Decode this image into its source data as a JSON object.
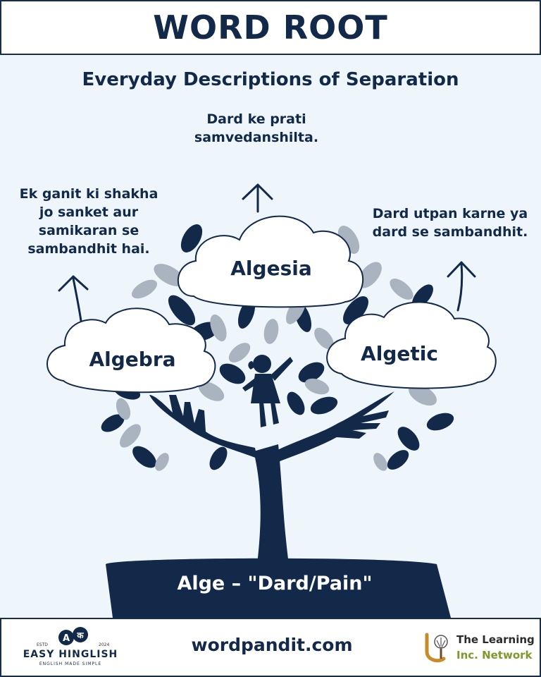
{
  "header": {
    "title": "WORD ROOT"
  },
  "subtitle": "Everyday Descriptions of Separation",
  "definitions": {
    "top": "Dard ke prati\nsamvedanshilta.",
    "left": "Ek ganit ki shakha\njo sanket aur\nsamikaran se\nsambandhit hai.",
    "right": "Dard utpan karne ya\ndard se sambandhit."
  },
  "words": {
    "center": "Algesia",
    "left": "Algebra",
    "right": "Algetic"
  },
  "root_label": "Alge – \"Dard/Pain\"",
  "footer": {
    "website": "wordpandit.com",
    "easy_hinglish": {
      "estd": "ESTD",
      "year": "2024",
      "badge_a": "A",
      "badge_ka": "क",
      "name": "EASY HINGLISH",
      "tagline": "ENGLISH MADE SIMPLE"
    },
    "learning_network": {
      "line1": "The Learning",
      "line2": "Inc. Network"
    }
  },
  "colors": {
    "navy": "#13294a",
    "leaf_gray": "#a9b4c0",
    "background": "#eef6fc",
    "green": "#7a9a2a"
  }
}
